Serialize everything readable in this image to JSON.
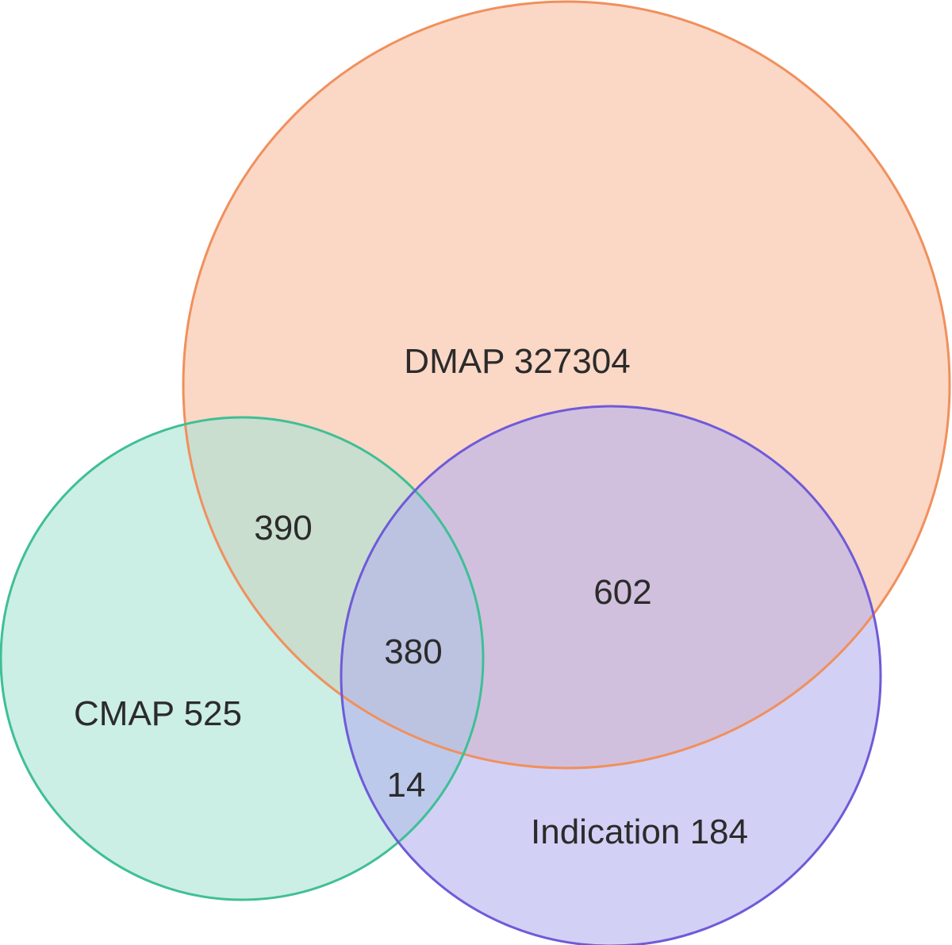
{
  "sets": {
    "dmap": {
      "label": "DMAP 327304",
      "fill": "#f9c9b3",
      "stroke": "#f0905c"
    },
    "cmap": {
      "label": "CMAP 525",
      "fill": "#a8e3d3",
      "stroke": "#3fbf95"
    },
    "indication": {
      "label": "Indication 184",
      "fill": "#b4b0ef",
      "stroke": "#6f5ad8"
    }
  },
  "regions": {
    "dmap_cmap": "390",
    "dmap_indication": "602",
    "all_three": "380",
    "cmap_indication": "14"
  }
}
